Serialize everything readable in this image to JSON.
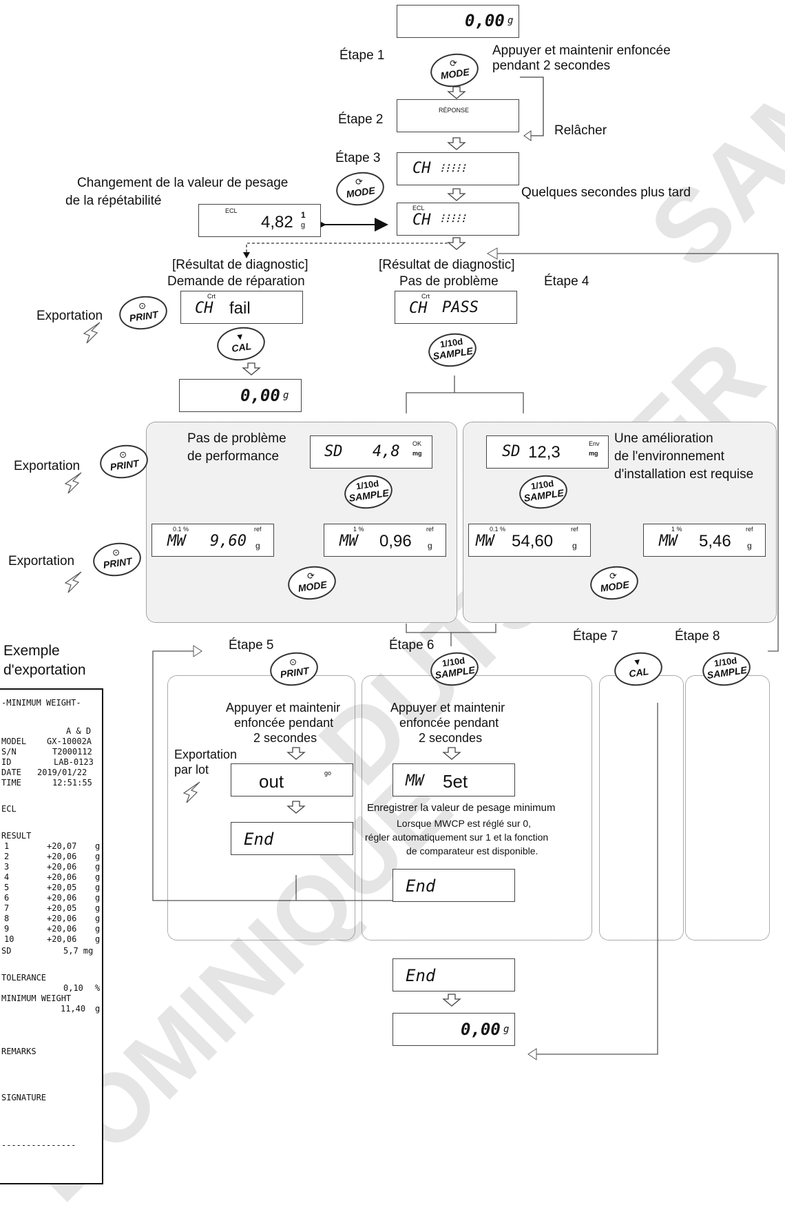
{
  "steps": {
    "s1": "Étape 1",
    "s2": "Étape 2",
    "s3": "Étape 3",
    "s4": "Étape 4",
    "s5": "Étape 5",
    "s6": "Étape 6",
    "s7": "Étape 7",
    "s8": "Étape 8"
  },
  "notes": {
    "hold_line1": "Appuyer et maintenir enfoncée",
    "hold_line2": "pendant 2 secondes",
    "release": "Relâcher",
    "later": "Quelques secondes plus tard",
    "change_line1": "Changement de la valeur de pesage",
    "change_line2": "de la répétabilité",
    "diag_fail_line1": "[Résultat de diagnostic]",
    "diag_fail_line2": "Demande de réparation",
    "diag_pass_line1": "[Résultat de diagnostic]",
    "diag_pass_line2": "Pas de problème",
    "export": "Exportation",
    "perf_ok_line1": "Pas de problème",
    "perf_ok_line2": "de performance",
    "improve_line1": "Une amélioration",
    "improve_line2": "de l'environnement",
    "improve_line3": "d'installation est requise",
    "example_line1": "Exemple",
    "example_line2": "d'exportation",
    "s5_hold_line1": "Appuyer et maintenir",
    "s5_hold_line2": "enfoncée pendant",
    "s5_hold_line3": "2 secondes",
    "s6_hold_line1": "Appuyer et maintenir",
    "s6_hold_line2": "enfoncée pendant",
    "s6_hold_line3": "2 secondes",
    "batch_line1": "Exportation",
    "batch_line2": "par lot",
    "register": "Enregistrer la valeur de pesage minimum",
    "mwcp_line1": "Lorsque MWCP est réglé sur 0,",
    "mwcp_line2": "régler automatiquement sur 1 et la fonction",
    "mwcp_line3": "de comparateur est disponible."
  },
  "buttons": {
    "mode": "MODE",
    "print": "PRINT",
    "cal": "CAL",
    "sample": "SAMPLE",
    "tenth": "1/10d"
  },
  "displays": {
    "zero": "0,00",
    "unit_g": "g",
    "response": "RÉPONSE",
    "ch": "CH",
    "ecl": "ECL",
    "crt": "Crt",
    "rep_value": "4,82",
    "rep_sup": "1",
    "fail": "fail",
    "pass": "PASS",
    "sd_label": "SD",
    "sd_ok": "4,8",
    "sd_ok_sup": "OK",
    "sd_bad": "12,3",
    "sd_bad_sup": "Env",
    "unit_mg": "mg",
    "mw": "MW",
    "pct01": "0.1 %",
    "pct1": "1 %",
    "ref": "ref",
    "mw_a1": "9,60",
    "mw_a2": "0,96",
    "mw_b1": "54,60",
    "mw_b2": "5,46",
    "out": "out",
    "go": "go",
    "end": "End",
    "set": "5et"
  },
  "receipt": {
    "title": "-MINIMUM WEIGHT-",
    "maker": "A & D",
    "model_k": "MODEL",
    "model_v": "GX-10002A",
    "sn_k": "S/N",
    "sn_v": "T2000112",
    "id_k": "ID",
    "id_v": "LAB-0123",
    "date_k": "DATE",
    "date_v": "2019/01/22",
    "time_k": "TIME",
    "time_v": "12:51:55",
    "ecl": "ECL",
    "result": "RESULT",
    "rows": [
      {
        "n": "1",
        "v": "+20,07",
        "u": "g"
      },
      {
        "n": "2",
        "v": "+20,06",
        "u": "g"
      },
      {
        "n": "3",
        "v": "+20,06",
        "u": "g"
      },
      {
        "n": "4",
        "v": "+20,06",
        "u": "g"
      },
      {
        "n": "5",
        "v": "+20,05",
        "u": "g"
      },
      {
        "n": "6",
        "v": "+20,06",
        "u": "g"
      },
      {
        "n": "7",
        "v": "+20,05",
        "u": "g"
      },
      {
        "n": "8",
        "v": "+20,06",
        "u": "g"
      },
      {
        "n": "9",
        "v": "+20,06",
        "u": "g"
      },
      {
        "n": "10",
        "v": "+20,06",
        "u": "g"
      }
    ],
    "sd_k": "SD",
    "sd_v": "5,7 mg",
    "tol_k": "TOLERANCE",
    "tol_v": "0,10",
    "tol_u": "%",
    "minw_k": "MINIMUM WEIGHT",
    "minw_v": "11,40",
    "minw_u": "g",
    "remarks": "REMARKS",
    "signature": "SIGNATURE",
    "dashes": "---------------"
  },
  "watermark": {
    "line1": "SAMPLE",
    "line2": "DUTSCHER",
    "line3": "DOMINIQUE"
  }
}
